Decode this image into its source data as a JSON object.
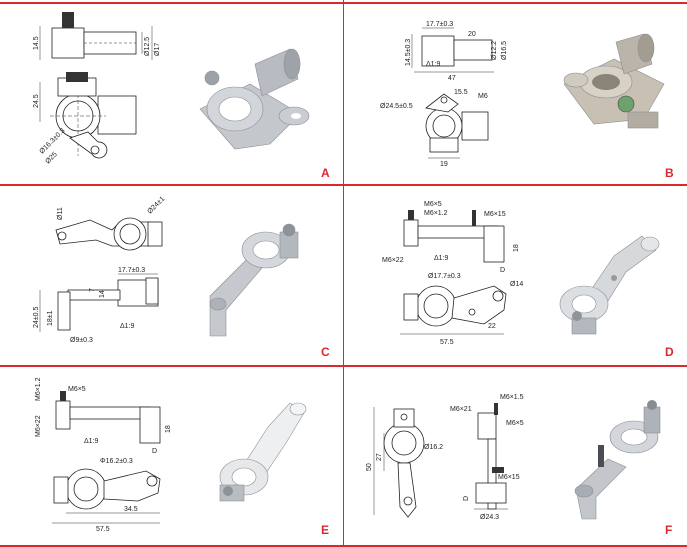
{
  "brand_color": "#d9282f",
  "panels": [
    {
      "letter": "A",
      "dims": [
        "14.5",
        "Ø12.5",
        "Ø17",
        "24.5",
        "Ø16.3±0.3",
        "Ø25"
      ]
    },
    {
      "letter": "B",
      "dims": [
        "17.7±0.3",
        "14.5±0.3",
        "20",
        "Ø12.2",
        "Ø16.5",
        "Δ1:9",
        "47",
        "Ø24.5±0.5",
        "15.5",
        "M6",
        "19"
      ]
    },
    {
      "letter": "C",
      "dims": [
        "Ø11",
        "Ø24±1",
        "17.7±0.3",
        "7",
        "14",
        "24±0.5",
        "18±1",
        "Δ1:9",
        "Ø9±0.3"
      ]
    },
    {
      "letter": "D",
      "dims": [
        "M6×5",
        "M6×1.2",
        "M6×15",
        "M6×22",
        "Δ1:9",
        "18",
        "D",
        "Ø17.7±0.3",
        "Ø14",
        "22",
        "57.5"
      ]
    },
    {
      "letter": "E",
      "dims": [
        "M6×22",
        "M6×1.2",
        "M6×5",
        "Δ1:9",
        "18",
        "D",
        "Φ16.2±0.3",
        "34.5",
        "57.5"
      ]
    },
    {
      "letter": "F",
      "dims": [
        "50",
        "27",
        "Ø16.2",
        "M6×21",
        "M6×1.5",
        "M6×5",
        "M6×15",
        "D",
        "Ø24.3"
      ]
    }
  ]
}
